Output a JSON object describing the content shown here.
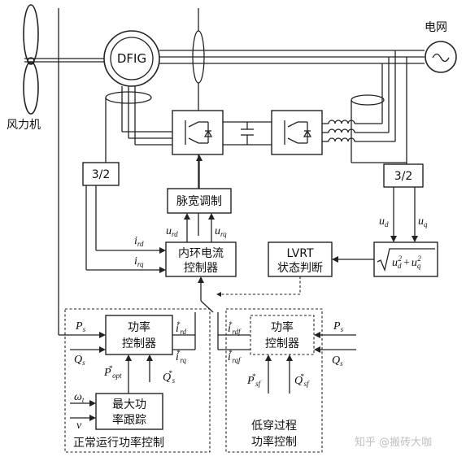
{
  "labels": {
    "wind_turbine": "风力机",
    "dfig": "DFIG",
    "grid": "电网",
    "transform_left": "3/2",
    "transform_right": "3/2",
    "pwm": "脉宽调制",
    "inner_loop_line1": "内环电流",
    "inner_loop_line2": "控制器",
    "lvrt_line1": "LVRT",
    "lvrt_line2": "状态判断",
    "power_ctrl_left_line1": "功率",
    "power_ctrl_left_line2": "控制器",
    "power_ctrl_right_line1": "功率",
    "power_ctrl_right_line2": "控制器",
    "mppt_line1": "最大功",
    "mppt_line2": "率跟踪",
    "normal_mode": "正常运行功率控制",
    "lvrt_mode_line1": "低穿过程",
    "lvrt_mode_line2": "功率控制"
  },
  "signals": {
    "urd": "u",
    "urd_sub": "rd",
    "urq": "u",
    "urq_sub": "rq",
    "ird": "i",
    "ird_sub": "rd",
    "irq": "i",
    "irq_sub": "rq",
    "ud": "u",
    "ud_sub": "d",
    "uq": "u",
    "uq_sub": "q",
    "ps_left": "P",
    "ps_left_sub": "s",
    "qs_left": "Q",
    "qs_left_sub": "s",
    "ps_right": "P",
    "ps_right_sub": "s",
    "qs_right": "Q",
    "qs_right_sub": "s",
    "ird_ref": "i",
    "ird_ref_sub": "rd",
    "irq_ref": "i",
    "irq_ref_sub": "rq",
    "irdf_ref": "i",
    "irdf_ref_sub": "rdf",
    "irqf_ref": "i",
    "irqf_ref_sub": "rqf",
    "popt": "P",
    "popt_sub": "opt",
    "qs_ref": "Q",
    "qs_ref_sub": "s",
    "psf": "P",
    "psf_sub": "sf",
    "qsf": "Q",
    "qsf_sub": "sf",
    "omega": "ω",
    "omega_sub": "t",
    "v": "v",
    "sqrt_u": "u",
    "sqrt_d": "d",
    "sqrt_q": "q",
    "sqrt_two": "2",
    "star": "*"
  },
  "watermark": "知乎 @搬砖大咖"
}
